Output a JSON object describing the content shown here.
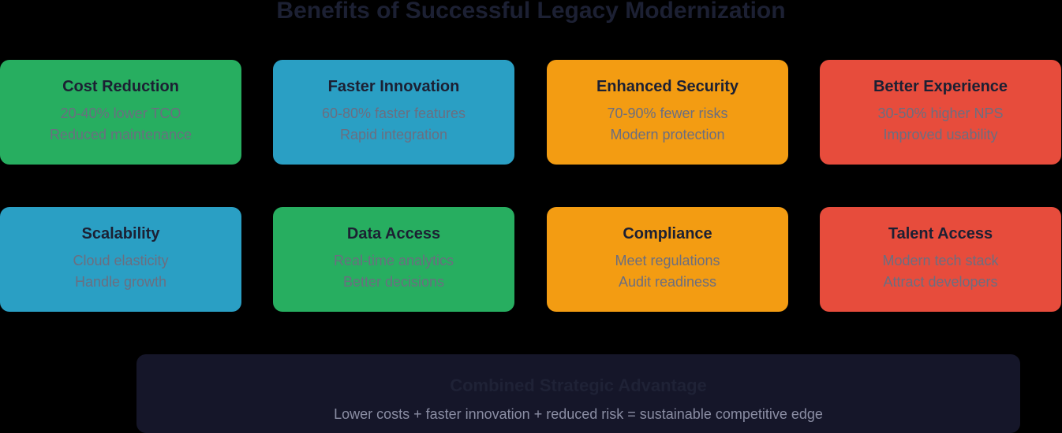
{
  "title": "Benefits of Successful Legacy Modernization",
  "colors": {
    "green": "#27ae60",
    "blue": "#2a9fc4",
    "orange": "#f39c12",
    "red": "#e74c3c",
    "banner": "#151629",
    "title_text": "#1c2033",
    "body_text": "#6b6e80"
  },
  "cards": [
    {
      "title": "Cost Reduction",
      "line1": "20-40% lower TCO",
      "line2": "Reduced maintenance",
      "color": "#27ae60"
    },
    {
      "title": "Faster Innovation",
      "line1": "60-80% faster features",
      "line2": "Rapid integration",
      "color": "#2a9fc4"
    },
    {
      "title": "Enhanced Security",
      "line1": "70-90% fewer risks",
      "line2": "Modern protection",
      "color": "#f39c12"
    },
    {
      "title": "Better Experience",
      "line1": "30-50% higher NPS",
      "line2": "Improved usability",
      "color": "#e74c3c"
    },
    {
      "title": "Scalability",
      "line1": "Cloud elasticity",
      "line2": "Handle growth",
      "color": "#2a9fc4"
    },
    {
      "title": "Data Access",
      "line1": "Real-time analytics",
      "line2": "Better decisions",
      "color": "#27ae60"
    },
    {
      "title": "Compliance",
      "line1": "Meet regulations",
      "line2": "Audit readiness",
      "color": "#f39c12"
    },
    {
      "title": "Talent Access",
      "line1": "Modern tech stack",
      "line2": "Attract developers",
      "color": "#e74c3c"
    }
  ],
  "banner": {
    "title": "Combined Strategic Advantage",
    "text": "Lower costs + faster innovation + reduced risk = sustainable competitive edge"
  }
}
